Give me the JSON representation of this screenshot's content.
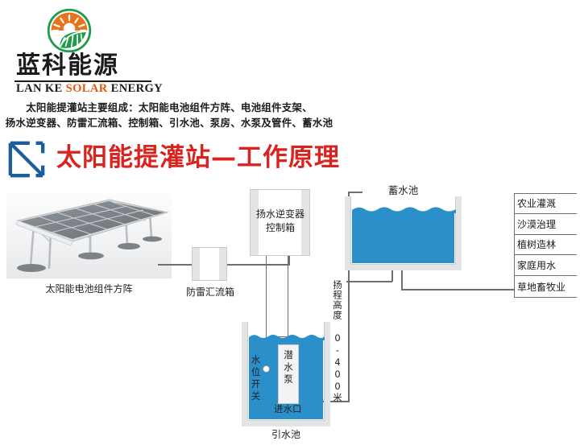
{
  "brand": {
    "name_cn": "蓝科能源",
    "name_en_lan": "LAN KE ",
    "name_en_solar": "SOLAR",
    "name_en_energy": " ENERGY",
    "logo_icon": "sun-leaf-circle-icon",
    "colors": {
      "sun_orange": "#e8731a",
      "leaf_green": "#1f9c4a",
      "text_dark": "#1b1b1b"
    }
  },
  "subtitle": {
    "line1": "太阳能提灌站主要组成：太阳能电池组件方阵、电池组件支架、",
    "line2": "扬水逆变器、防雷汇流箱、控制箱、引水池、泵房、水泵及管件、蓄水池"
  },
  "title": {
    "text": "太阳能提灌站—工作原理",
    "color": "#d8231f",
    "icon": "blue-square-diagonal-icon",
    "icon_color": "#1c5d9e"
  },
  "diagram": {
    "solar_array": {
      "label": "太阳能电池组件方阵",
      "image": "solar-panel-array-photo"
    },
    "combiner_box": {
      "label": "防雷汇流箱"
    },
    "inverter_box": {
      "label_line1": "扬水逆变器",
      "label_line2": "控制箱"
    },
    "reservoir": {
      "label": "蓄水池",
      "water_color": "#2b8fc9"
    },
    "intake_pool": {
      "label": "引水池",
      "water_color": "#2b8fc9"
    },
    "pump": {
      "label_line1": "潜",
      "label_line2": "水",
      "label_line3": "泵"
    },
    "level_switch": {
      "label_line1": "水",
      "label_line2": "位",
      "label_line3": "开",
      "label_line4": "关"
    },
    "inlet": {
      "label": "进水口"
    },
    "head_height": {
      "label": "扬程高度 0-400米"
    }
  },
  "applications": {
    "items": [
      "农业灌溉",
      "沙漠治理",
      "植树造林",
      "家庭用水",
      "草地畜牧业"
    ]
  }
}
